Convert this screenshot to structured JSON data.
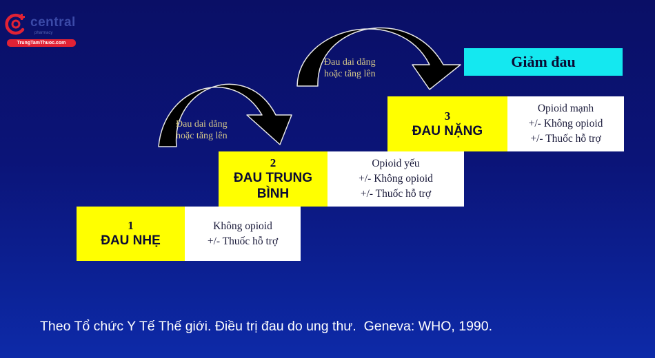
{
  "brand": {
    "name": "central",
    "sub": "pharmacy",
    "url": "TrungTamThuoc.com",
    "colors": {
      "red": "#e12235",
      "navy": "#3b4aa8"
    }
  },
  "diagram": {
    "title": "WHO analgesic ladder",
    "relief_label": "Giảm đau",
    "arrow_label_line1": "Đau dai dẳng",
    "arrow_label_line2": "hoặc tăng lên",
    "steps": [
      {
        "number": "1",
        "level": "ĐAU NHẸ",
        "drugs": [
          "Không opioid",
          "+/- Thuốc hỗ trợ"
        ]
      },
      {
        "number": "2",
        "level_line1": "ĐAU TRUNG",
        "level_line2": "BÌNH",
        "drugs": [
          "Opioid yếu",
          "+/- Không opioid",
          "+/- Thuốc hỗ trợ"
        ]
      },
      {
        "number": "3",
        "level": "ĐAU NẶNG",
        "drugs": [
          "Opioid mạnh",
          "+/- Không opioid",
          "+/- Thuốc hỗ trợ"
        ]
      }
    ],
    "colors": {
      "background": "#0b1478",
      "level_box": "#ffff00",
      "drug_box": "#ffffff",
      "relief_box": "#14e8f0",
      "arrow_label": "#d6c98a"
    }
  },
  "footer": {
    "citation": "Theo Tổ chức Y Tế Thế giới. Điều trị đau do ung thư.  Geneva: WHO, 1990."
  }
}
